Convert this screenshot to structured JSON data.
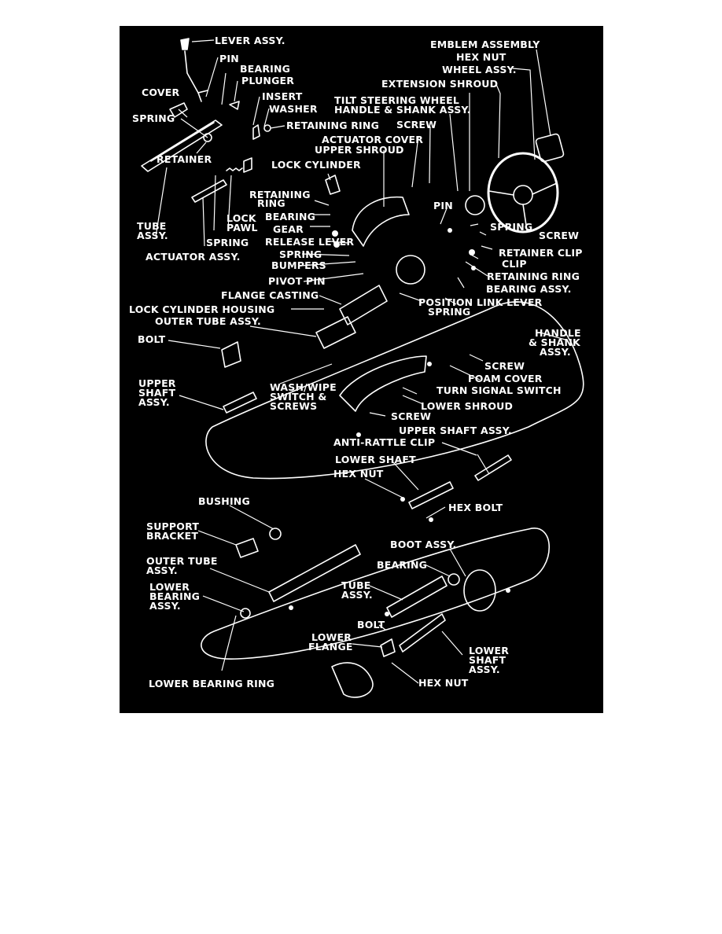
{
  "colors": {
    "page": "#ffffff",
    "panel": "#000000",
    "ink": "#ffffff"
  },
  "labels": {
    "lever_assy": "LEVER ASSY.",
    "pin_top": "PIN",
    "bearing_top": "BEARING",
    "plunger": "PLUNGER",
    "insert": "INSERT",
    "cover": "COVER",
    "washer": "WASHER",
    "spring_left": "SPRING",
    "retaining_ring_top": "RETAINING RING",
    "retainer": "RETAINER",
    "emblem_assembly": "EMBLEM ASSEMBLY",
    "hex_nut_top": "HEX NUT",
    "wheel_assy": "WHEEL ASSY.",
    "extension_shroud": "EXTENSION SHROUD",
    "tilt_handle_line1": "TILT STEERING WHEEL",
    "tilt_handle_line2": "HANDLE & SHANK ASSY.",
    "screw_top": "SCREW",
    "actuator_cover": "ACTUATOR COVER",
    "upper_shroud": "UPPER SHROUD",
    "lock_cylinder": "LOCK CYLINDER",
    "retaining_ring_mid_1": "RETAINING",
    "retaining_ring_mid_2": "RING",
    "bearing_mid": "BEARING",
    "gear": "GEAR",
    "release_lever": "RELEASE LEVER",
    "spring_mid": "SPRING",
    "bumpers": "BUMPERS",
    "pivot_pin": "PIVOT PIN",
    "flange_casting": "FLANGE CASTING",
    "tube_assy_1": "TUBE",
    "tube_assy_2": "ASSY.",
    "lock_pawl_1": "LOCK",
    "lock_pawl_2": "PAWL",
    "spring_lower_left": "SPRING",
    "actuator_assy": "ACTUATOR ASSY.",
    "pin_right": "PIN",
    "spring_right": "SPRING",
    "screw_right": "SCREW",
    "retainer_clip": "RETAINER CLIP",
    "clip": "CLIP",
    "retaining_ring_right": "RETAINING RING",
    "bearing_assy": "BEARING ASSY.",
    "link_lever": "LINK LEVER",
    "position_spring_1": "POSITION",
    "position_spring_2": "SPRING",
    "lock_cylinder_housing": "LOCK CYLINDER HOUSING",
    "outer_tube_assy_top": "OUTER TUBE ASSY.",
    "bolt_left": "BOLT",
    "handle_shank_1": "HANDLE",
    "handle_shank_2": "& SHANK",
    "handle_shank_3": "ASSY.",
    "screw_mid_right": "SCREW",
    "foam_cover": "FOAM COVER",
    "turn_signal_switch": "TURN SIGNAL SWITCH",
    "upper_shaft_left_1": "UPPER",
    "upper_shaft_left_2": "SHAFT",
    "upper_shaft_left_3": "ASSY.",
    "wash_wipe_1": "WASH/WIPE",
    "wash_wipe_2": "SWITCH &",
    "wash_wipe_3": "SCREWS",
    "lower_shroud": "LOWER SHROUD",
    "screw_bottom": "SCREW",
    "upper_shaft_assy": "UPPER SHAFT ASSY.",
    "anti_rattle_clip": "ANTI-RATTLE CLIP",
    "lower_shaft": "LOWER SHAFT",
    "hex_nut_mid": "HEX NUT",
    "hex_bolt": "HEX BOLT",
    "bushing": "BUSHING",
    "support_bracket_1": "SUPPORT",
    "support_bracket_2": "BRACKET",
    "boot_assy": "BOOT ASSY.",
    "outer_tube_assy_low_1": "OUTER TUBE",
    "outer_tube_assy_low_2": "ASSY.",
    "bearing_low": "BEARING",
    "lower_bearing_assy_1": "LOWER",
    "lower_bearing_assy_2": "BEARING",
    "lower_bearing_assy_3": "ASSY.",
    "tube_assy_low_1": "TUBE",
    "tube_assy_low_2": "ASSY.",
    "bolt_low": "BOLT",
    "lower_flange_1": "LOWER",
    "lower_flange_2": "FLANGE",
    "lower_shaft_assy_1": "LOWER",
    "lower_shaft_assy_2": "SHAFT",
    "lower_shaft_assy_3": "ASSY.",
    "lower_bearing_ring": "LOWER BEARING RING",
    "hex_nut_low": "HEX NUT"
  }
}
